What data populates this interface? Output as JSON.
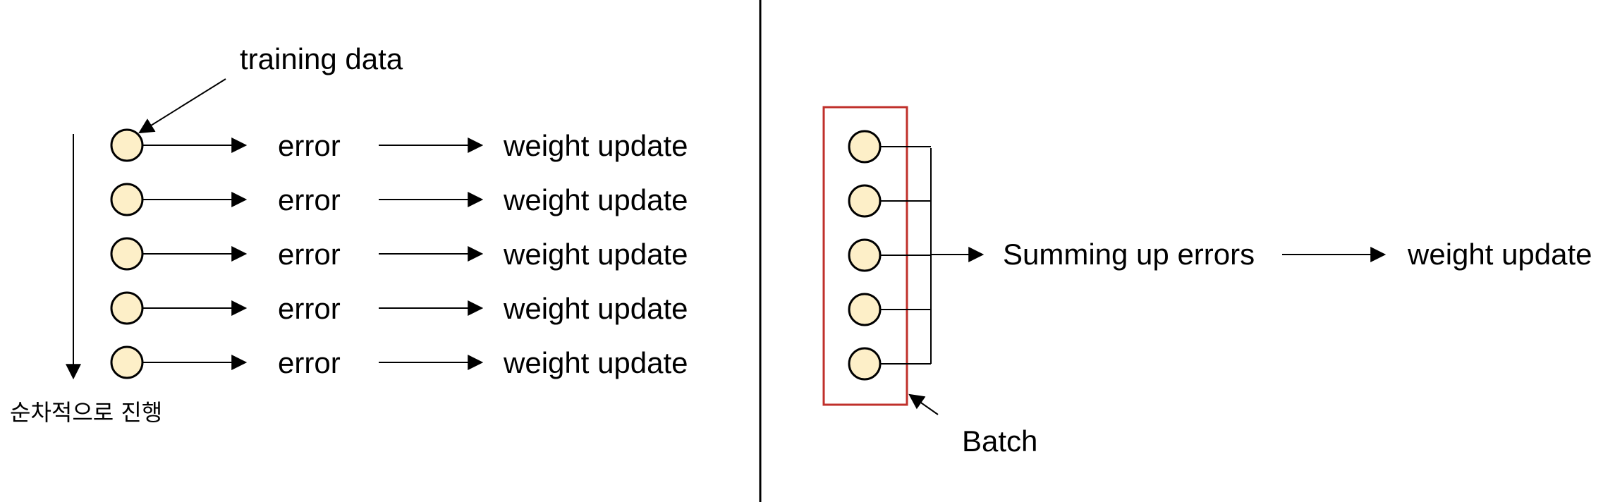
{
  "left_panel": {
    "callout_label": "training data",
    "progress_label": "순차적으로 진행",
    "rows": [
      {
        "error_label": "error",
        "update_label": "weight update"
      },
      {
        "error_label": "error",
        "update_label": "weight update"
      },
      {
        "error_label": "error",
        "update_label": "weight update"
      },
      {
        "error_label": "error",
        "update_label": "weight update"
      },
      {
        "error_label": "error",
        "update_label": "weight update"
      }
    ]
  },
  "right_panel": {
    "batch_label": "Batch",
    "sum_label": "Summing up errors",
    "update_label": "weight update",
    "batch_sample_count": 5
  },
  "colors": {
    "node_fill": "#fdefc8",
    "batch_border": "#c0302b",
    "line": "#000000"
  }
}
